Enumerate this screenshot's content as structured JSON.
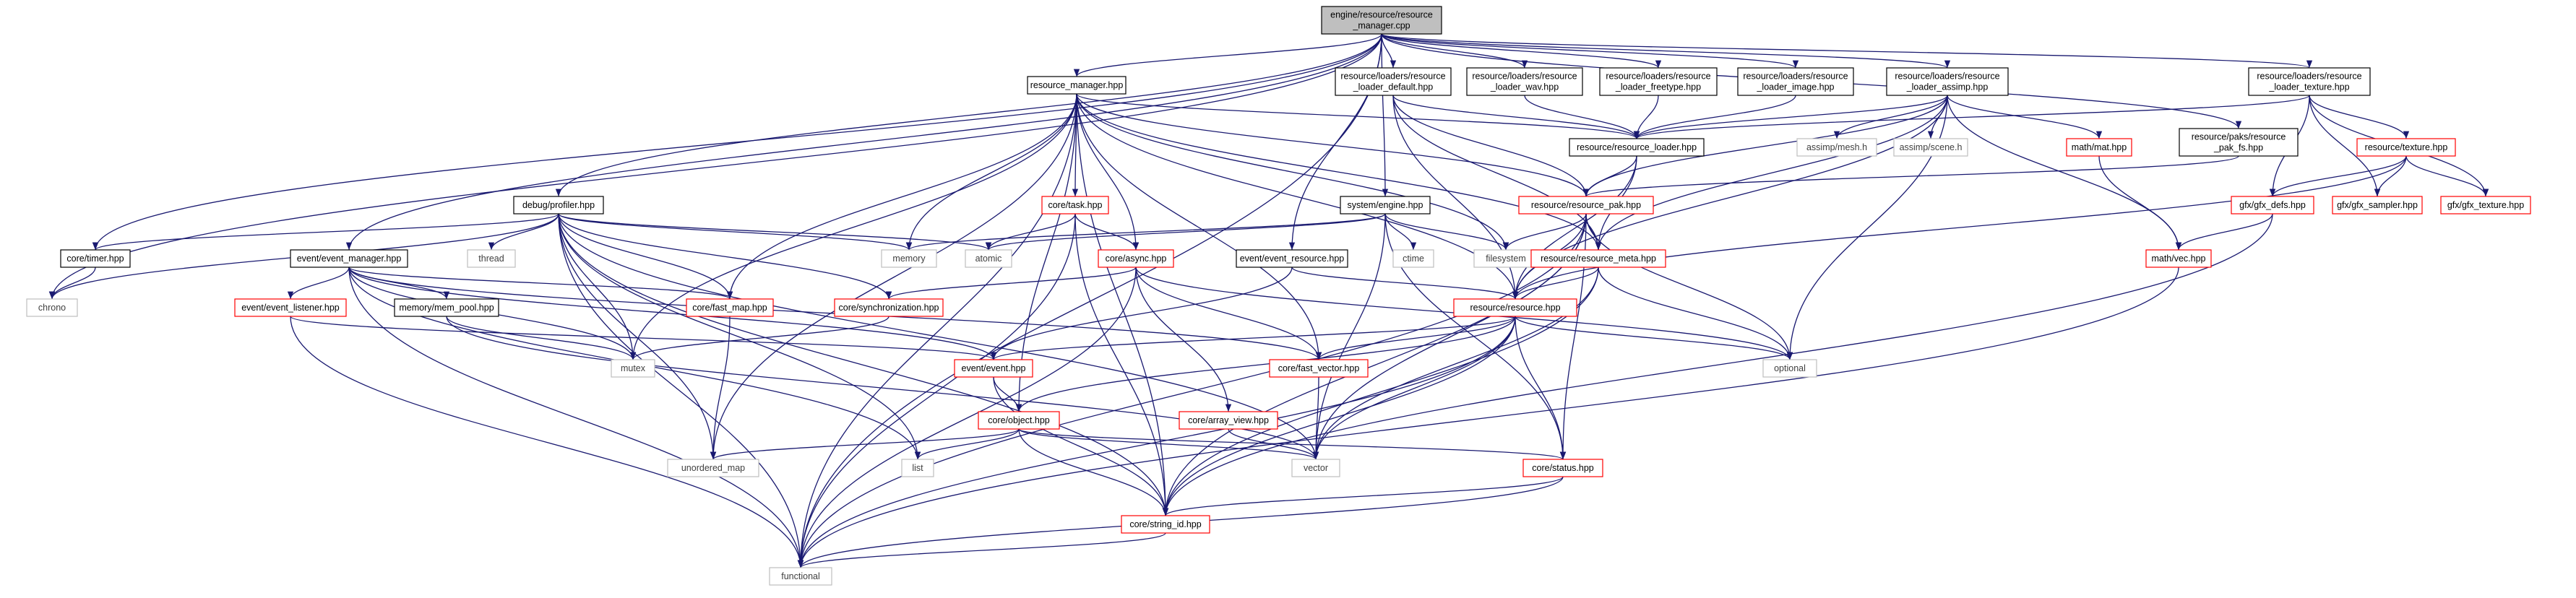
{
  "graph_title": "engine/resource/resource_manager.cpp",
  "colors": {
    "edge": "#191970",
    "box_black": "#000000",
    "box_red": "#ff0000",
    "box_gray": "#bfbfbf",
    "root_fill": "#bfbfbf",
    "text_normal": "#000000",
    "text_ext": "#404040"
  },
  "nodes": [
    {
      "id": "root",
      "lines": [
        "engine/resource/resource",
        "_manager.cpp"
      ],
      "style": "root"
    },
    {
      "id": "rm_hpp",
      "lines": [
        "resource_manager.hpp"
      ],
      "style": "black"
    },
    {
      "id": "ld_default",
      "lines": [
        "resource/loaders/resource",
        "_loader_default.hpp"
      ],
      "style": "black"
    },
    {
      "id": "ld_wav",
      "lines": [
        "resource/loaders/resource",
        "_loader_wav.hpp"
      ],
      "style": "black"
    },
    {
      "id": "ld_freetype",
      "lines": [
        "resource/loaders/resource",
        "_loader_freetype.hpp"
      ],
      "style": "black"
    },
    {
      "id": "ld_image",
      "lines": [
        "resource/loaders/resource",
        "_loader_image.hpp"
      ],
      "style": "black"
    },
    {
      "id": "ld_assimp",
      "lines": [
        "resource/loaders/resource",
        "_loader_assimp.hpp"
      ],
      "style": "black"
    },
    {
      "id": "ld_texture",
      "lines": [
        "resource/loaders/resource",
        "_loader_texture.hpp"
      ],
      "style": "black"
    },
    {
      "id": "res_loader",
      "lines": [
        "resource/resource_loader.hpp"
      ],
      "style": "black"
    },
    {
      "id": "assimp_mesh",
      "lines": [
        "assimp/mesh.h"
      ],
      "style": "gray"
    },
    {
      "id": "assimp_scene",
      "lines": [
        "assimp/scene.h"
      ],
      "style": "gray"
    },
    {
      "id": "math_mat",
      "lines": [
        "math/mat.hpp"
      ],
      "style": "red"
    },
    {
      "id": "pak_fs",
      "lines": [
        "resource/paks/resource",
        "_pak_fs.hpp"
      ],
      "style": "black"
    },
    {
      "id": "texture",
      "lines": [
        "resource/texture.hpp"
      ],
      "style": "red"
    },
    {
      "id": "res_pak",
      "lines": [
        "resource/resource_pak.hpp"
      ],
      "style": "red"
    },
    {
      "id": "gfx_defs",
      "lines": [
        "gfx/gfx_defs.hpp"
      ],
      "style": "red"
    },
    {
      "id": "gfx_sampler",
      "lines": [
        "gfx/gfx_sampler.hpp"
      ],
      "style": "red"
    },
    {
      "id": "gfx_texture",
      "lines": [
        "gfx/gfx_texture.hpp"
      ],
      "style": "red"
    },
    {
      "id": "math_vec",
      "lines": [
        "math/vec.hpp"
      ],
      "style": "red"
    },
    {
      "id": "profiler",
      "lines": [
        "debug/profiler.hpp"
      ],
      "style": "black"
    },
    {
      "id": "core_task",
      "lines": [
        "core/task.hpp"
      ],
      "style": "red"
    },
    {
      "id": "sys_engine",
      "lines": [
        "system/engine.hpp"
      ],
      "style": "black"
    },
    {
      "id": "core_timer",
      "lines": [
        "core/timer.hpp"
      ],
      "style": "black"
    },
    {
      "id": "chrono",
      "lines": [
        "chrono"
      ],
      "style": "gray"
    },
    {
      "id": "thread",
      "lines": [
        "thread"
      ],
      "style": "gray"
    },
    {
      "id": "memory",
      "lines": [
        "memory"
      ],
      "style": "gray"
    },
    {
      "id": "atomic",
      "lines": [
        "atomic"
      ],
      "style": "gray"
    },
    {
      "id": "ctime",
      "lines": [
        "ctime"
      ],
      "style": "gray"
    },
    {
      "id": "filesystem",
      "lines": [
        "filesystem"
      ],
      "style": "gray"
    },
    {
      "id": "ev_mgr",
      "lines": [
        "event/event_manager.hpp"
      ],
      "style": "black"
    },
    {
      "id": "core_async",
      "lines": [
        "core/async.hpp"
      ],
      "style": "red"
    },
    {
      "id": "ev_res",
      "lines": [
        "event/event_resource.hpp"
      ],
      "style": "black"
    },
    {
      "id": "res_meta",
      "lines": [
        "resource/resource_meta.hpp"
      ],
      "style": "red"
    },
    {
      "id": "ev_listener",
      "lines": [
        "event/event_listener.hpp"
      ],
      "style": "red"
    },
    {
      "id": "mem_pool",
      "lines": [
        "memory/mem_pool.hpp"
      ],
      "style": "black"
    },
    {
      "id": "fast_map",
      "lines": [
        "core/fast_map.hpp"
      ],
      "style": "red"
    },
    {
      "id": "sync",
      "lines": [
        "core/synchronization.hpp"
      ],
      "style": "red"
    },
    {
      "id": "res_hpp",
      "lines": [
        "resource/resource.hpp"
      ],
      "style": "red"
    },
    {
      "id": "mutex",
      "lines": [
        "mutex"
      ],
      "style": "gray"
    },
    {
      "id": "ev_event",
      "lines": [
        "event/event.hpp"
      ],
      "style": "red"
    },
    {
      "id": "fast_vector",
      "lines": [
        "core/fast_vector.hpp"
      ],
      "style": "red"
    },
    {
      "id": "optional",
      "lines": [
        "optional"
      ],
      "style": "gray"
    },
    {
      "id": "core_object",
      "lines": [
        "core/object.hpp"
      ],
      "style": "red"
    },
    {
      "id": "array_view",
      "lines": [
        "core/array_view.hpp"
      ],
      "style": "red"
    },
    {
      "id": "unordered_map",
      "lines": [
        "unordered_map"
      ],
      "style": "gray"
    },
    {
      "id": "list",
      "lines": [
        "list"
      ],
      "style": "gray"
    },
    {
      "id": "vector",
      "lines": [
        "vector"
      ],
      "style": "gray"
    },
    {
      "id": "core_status",
      "lines": [
        "core/status.hpp"
      ],
      "style": "red"
    },
    {
      "id": "string_id",
      "lines": [
        "core/string_id.hpp"
      ],
      "style": "red"
    },
    {
      "id": "functional",
      "lines": [
        "functional"
      ],
      "style": "gray"
    }
  ],
  "edges": [
    [
      "root",
      "rm_hpp"
    ],
    [
      "root",
      "ld_default"
    ],
    [
      "root",
      "ld_wav"
    ],
    [
      "root",
      "ld_freetype"
    ],
    [
      "root",
      "ld_image"
    ],
    [
      "root",
      "ld_assimp"
    ],
    [
      "root",
      "ld_texture"
    ],
    [
      "root",
      "pak_fs"
    ],
    [
      "root",
      "sys_engine"
    ],
    [
      "root",
      "ev_res"
    ],
    [
      "root",
      "profiler"
    ],
    [
      "root",
      "ev_mgr"
    ],
    [
      "root",
      "core_timer"
    ],
    [
      "root",
      "chrono"
    ],
    [
      "root",
      "functional"
    ],
    [
      "rm_hpp",
      "res_loader"
    ],
    [
      "rm_hpp",
      "core_task"
    ],
    [
      "rm_hpp",
      "core_async"
    ],
    [
      "rm_hpp",
      "memory"
    ],
    [
      "rm_hpp",
      "mutex"
    ],
    [
      "rm_hpp",
      "filesystem"
    ],
    [
      "rm_hpp",
      "fast_map"
    ],
    [
      "rm_hpp",
      "fast_vector"
    ],
    [
      "rm_hpp",
      "res_hpp"
    ],
    [
      "rm_hpp",
      "res_meta"
    ],
    [
      "rm_hpp",
      "res_pak"
    ],
    [
      "rm_hpp",
      "string_id"
    ],
    [
      "rm_hpp",
      "core_object"
    ],
    [
      "rm_hpp",
      "unordered_map"
    ],
    [
      "rm_hpp",
      "functional"
    ],
    [
      "ld_default",
      "res_loader"
    ],
    [
      "ld_default",
      "res_hpp"
    ],
    [
      "ld_default",
      "res_meta"
    ],
    [
      "ld_default",
      "res_pak"
    ],
    [
      "ld_wav",
      "res_loader"
    ],
    [
      "ld_freetype",
      "res_loader"
    ],
    [
      "ld_image",
      "res_loader"
    ],
    [
      "ld_assimp",
      "res_loader"
    ],
    [
      "ld_assimp",
      "assimp_mesh"
    ],
    [
      "ld_assimp",
      "assimp_scene"
    ],
    [
      "ld_assimp",
      "math_mat"
    ],
    [
      "ld_assimp",
      "math_vec"
    ],
    [
      "ld_assimp",
      "res_hpp"
    ],
    [
      "ld_assimp",
      "res_pak"
    ],
    [
      "ld_assimp",
      "res_meta"
    ],
    [
      "ld_assimp",
      "optional"
    ],
    [
      "ld_texture",
      "res_loader"
    ],
    [
      "ld_texture",
      "texture"
    ],
    [
      "ld_texture",
      "gfx_defs"
    ],
    [
      "ld_texture",
      "gfx_sampler"
    ],
    [
      "ld_texture",
      "gfx_texture"
    ],
    [
      "res_loader",
      "res_pak"
    ],
    [
      "res_loader",
      "res_meta"
    ],
    [
      "res_loader",
      "res_hpp"
    ],
    [
      "pak_fs",
      "res_pak"
    ],
    [
      "texture",
      "res_hpp"
    ],
    [
      "texture",
      "gfx_defs"
    ],
    [
      "texture",
      "gfx_sampler"
    ],
    [
      "texture",
      "gfx_texture"
    ],
    [
      "gfx_defs",
      "math_vec"
    ],
    [
      "gfx_defs",
      "string_id"
    ],
    [
      "math_mat",
      "math_vec"
    ],
    [
      "math_vec",
      "functional"
    ],
    [
      "res_pak",
      "res_meta"
    ],
    [
      "res_pak",
      "res_hpp"
    ],
    [
      "res_pak",
      "filesystem"
    ],
    [
      "res_pak",
      "optional"
    ],
    [
      "res_pak",
      "vector"
    ],
    [
      "res_pak",
      "string_id"
    ],
    [
      "res_pak",
      "core_status"
    ],
    [
      "res_pak",
      "functional"
    ],
    [
      "res_meta",
      "res_hpp"
    ],
    [
      "res_meta",
      "optional"
    ],
    [
      "res_meta",
      "vector"
    ],
    [
      "res_meta",
      "string_id"
    ],
    [
      "profiler",
      "core_timer"
    ],
    [
      "profiler",
      "chrono"
    ],
    [
      "profiler",
      "thread"
    ],
    [
      "profiler",
      "memory"
    ],
    [
      "profiler",
      "atomic"
    ],
    [
      "profiler",
      "mutex"
    ],
    [
      "profiler",
      "unordered_map"
    ],
    [
      "profiler",
      "vector"
    ],
    [
      "profiler",
      "fast_map"
    ],
    [
      "profiler",
      "sync"
    ],
    [
      "profiler",
      "string_id"
    ],
    [
      "profiler",
      "functional"
    ],
    [
      "profiler",
      "list"
    ],
    [
      "core_timer",
      "chrono"
    ],
    [
      "core_task",
      "atomic"
    ],
    [
      "core_task",
      "core_async"
    ],
    [
      "core_task",
      "string_id"
    ],
    [
      "core_task",
      "functional"
    ],
    [
      "sys_engine",
      "memory"
    ],
    [
      "sys_engine",
      "atomic"
    ],
    [
      "sys_engine",
      "ctime"
    ],
    [
      "sys_engine",
      "filesystem"
    ],
    [
      "sys_engine",
      "vector"
    ],
    [
      "sys_engine",
      "core_status"
    ],
    [
      "ev_mgr",
      "ev_listener"
    ],
    [
      "ev_mgr",
      "mem_pool"
    ],
    [
      "ev_mgr",
      "fast_map"
    ],
    [
      "ev_mgr",
      "ev_event"
    ],
    [
      "ev_mgr",
      "mutex"
    ],
    [
      "ev_mgr",
      "functional"
    ],
    [
      "ev_mgr",
      "list"
    ],
    [
      "ev_mgr",
      "fast_vector"
    ],
    [
      "core_async",
      "sync"
    ],
    [
      "core_async",
      "fast_vector"
    ],
    [
      "core_async",
      "array_view"
    ],
    [
      "core_async",
      "optional"
    ],
    [
      "core_async",
      "functional"
    ],
    [
      "ev_res",
      "res_hpp"
    ],
    [
      "ev_res",
      "ev_event"
    ],
    [
      "ev_listener",
      "ev_event"
    ],
    [
      "ev_listener",
      "functional"
    ],
    [
      "mem_pool",
      "mutex"
    ],
    [
      "mem_pool",
      "vector"
    ],
    [
      "fast_map",
      "unordered_map"
    ],
    [
      "sync",
      "mutex"
    ],
    [
      "res_hpp",
      "ev_event"
    ],
    [
      "res_hpp",
      "fast_vector"
    ],
    [
      "res_hpp",
      "core_object"
    ],
    [
      "res_hpp",
      "core_status"
    ],
    [
      "res_hpp",
      "string_id"
    ],
    [
      "res_hpp",
      "vector"
    ],
    [
      "res_hpp",
      "optional"
    ],
    [
      "res_hpp",
      "functional"
    ],
    [
      "ev_event",
      "core_object"
    ],
    [
      "ev_event",
      "string_id"
    ],
    [
      "fast_vector",
      "vector"
    ],
    [
      "core_object",
      "unordered_map"
    ],
    [
      "core_object",
      "list"
    ],
    [
      "core_object",
      "vector"
    ],
    [
      "core_object",
      "core_status"
    ],
    [
      "core_object",
      "string_id"
    ],
    [
      "array_view",
      "vector"
    ],
    [
      "core_status",
      "string_id"
    ],
    [
      "core_status",
      "functional"
    ],
    [
      "string_id",
      "functional"
    ]
  ]
}
